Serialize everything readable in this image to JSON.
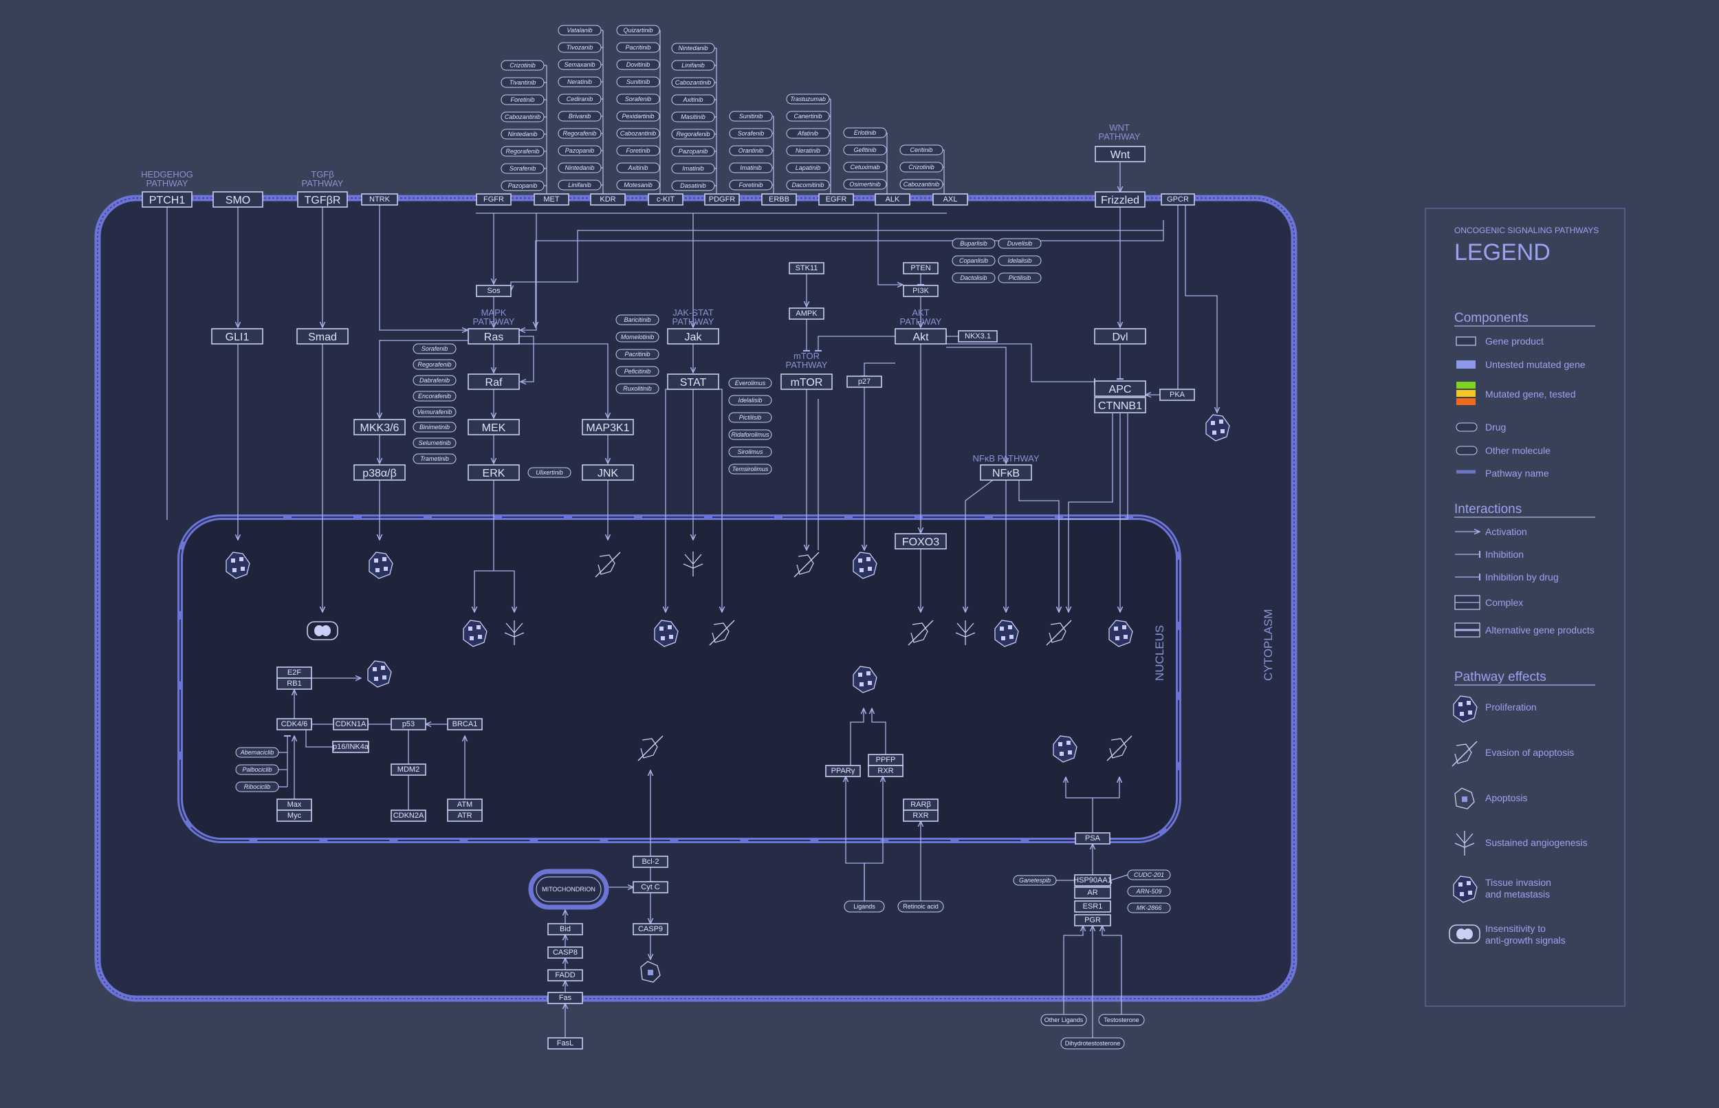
{
  "legend": {
    "subtitle": "ONCOGENIC SIGNALING PATHWAYS",
    "title": "LEGEND",
    "components_head": "Components",
    "components": [
      "Gene product",
      "Untested mutated gene",
      "Mutated gene, tested",
      "Drug",
      "Other molecule",
      "Pathway name"
    ],
    "interactions_head": "Interactions",
    "interactions": [
      "Activation",
      "Inhibition",
      "Inhibition by drug",
      "Complex",
      "Alternative gene products"
    ],
    "effects_head": "Pathway effects",
    "effects": [
      "Proliferation",
      "Evasion of apoptosis",
      "Apoptosis",
      "Sustained angiogenesis",
      "Tissue invasion",
      "and metastasis",
      "Insensitivity to",
      "anti-growth signals"
    ],
    "colors": {
      "tested_green": "#7ed321",
      "tested_yellow": "#f5c623",
      "tested_orange": "#f26b1d",
      "untested": "#8e98e8"
    }
  },
  "regions": {
    "cytoplasm": "CYTOPLASM",
    "nucleus": "NUCLEUS"
  },
  "pathways": {
    "hedgehog": [
      "HEDGEHOG",
      "PATHWAY"
    ],
    "tgfb": [
      "TGFβ",
      "PATHWAY"
    ],
    "wnt": [
      "WNT",
      "PATHWAY"
    ],
    "mapk": [
      "MAPK",
      "PATHWAY"
    ],
    "jakstat": [
      "JAK-STAT",
      "PATHWAY"
    ],
    "akt": [
      "AKT",
      "PATHWAY"
    ],
    "mtor": [
      "mTOR",
      "PATHWAY"
    ],
    "nfkb": "NFκB PATHWAY"
  },
  "genes": {
    "ptch1": "PTCH1",
    "smo": "SMO",
    "tgfbr": "TGFβR",
    "ntrk": "NTRK",
    "fgfr": "FGFR",
    "met": "MET",
    "kdr": "KDR",
    "ckit": "c-KIT",
    "pdgfr": "PDGFR",
    "erbb": "ERBB",
    "egfr": "EGFR",
    "alk": "ALK",
    "axl": "AXL",
    "frizzled": "Frizzled",
    "gpcr": "GPCR",
    "wnt": "Wnt",
    "gli1": "GLI1",
    "smad": "Smad",
    "sos": "Sos",
    "ras": "Ras",
    "raf": "Raf",
    "mek": "MEK",
    "erk": "ERK",
    "mkk36": "MKK3/6",
    "p38": "p38α/β",
    "map3k1": "MAP3K1",
    "jnk": "JNK",
    "jak": "Jak",
    "stat": "STAT",
    "stk11": "STK11",
    "ampk": "AMPK",
    "mtor": "mTOR",
    "pten": "PTEN",
    "pi3k": "PI3K",
    "akt": "Akt",
    "nkx31": "NKX3.1",
    "p27": "p27",
    "foxo3": "FOXO3",
    "nfkb": "NFκB",
    "dvl": "Dvl",
    "apc": "APC",
    "ctnnb1": "CTNNB1",
    "pka": "PKA",
    "e2f": "E2F",
    "rb1": "RB1",
    "cdk46": "CDK4/6",
    "cdkn1a": "CDKN1A",
    "p53": "p53",
    "brca1": "BRCA1",
    "p16": "p16/INK4a",
    "mdm2": "MDM2",
    "cdkn2a": "CDKN2A",
    "atm": "ATM",
    "atr": "ATR",
    "max": "Max",
    "myc": "Myc",
    "pparg": "PPARγ",
    "ppfp": "PPFP",
    "rxr": "RXR",
    "rarb": "RARβ",
    "rxr2": "RXR",
    "bcl2": "Bcl-2",
    "cytc": "Cyt C",
    "casp9": "CASP9",
    "mito": "MITOCHONDRION",
    "bid": "Bid",
    "casp8": "CASP8",
    "fadd": "FADD",
    "fas": "Fas",
    "fasl": "FasL",
    "psa": "PSA",
    "hsp90": "HSP90AA1",
    "ar": "AR",
    "esr1": "ESR1",
    "pgr": "PGR"
  },
  "molecules": {
    "ligands": "Ligands",
    "retinoic": "Retinoic acid",
    "other_ligands": "Other Ligands",
    "testosterone": "Testosterone",
    "dht": "Dihydrotestosterone"
  },
  "drugs": {
    "fgfr": [
      "Crizotinib",
      "Tivantinib",
      "Foretinib",
      "Cabozantinib",
      "Nintedanib",
      "Regorafenib",
      "Sorafenib",
      "Pazopanib"
    ],
    "kdr": [
      "Vatalanib",
      "Tivozanib",
      "Semaxanib",
      "Neratinib",
      "Cediranib",
      "Brivanib",
      "Regorafenib",
      "Pazopanib",
      "Nintedanib",
      "Linifanib"
    ],
    "ckit": [
      "Quizartinib",
      "Pacritinib",
      "Dovitinib",
      "Sunitinib",
      "Sorafenib",
      "Pexidartinib",
      "Cabozantinib",
      "Foretinib",
      "Axitinib",
      "Motesanib"
    ],
    "ckit2": [
      "Nintedanib",
      "Linifanib",
      "Cabozantinib",
      "Axitinib",
      "Masitinib",
      "Regorafenib",
      "Pazopanib",
      "Imatinib",
      "Dasatinib"
    ],
    "pdgfr": [
      "Sunitinib",
      "Sorafenib",
      "Orantinib",
      "Imatinib",
      "Foretinib"
    ],
    "erbb": [
      "Trastuzumab",
      "Canertinib",
      "Afatinib",
      "Neratinib",
      "Lapatinib",
      "Dacomitinib"
    ],
    "egfr": [
      "Erlotinib",
      "Gefitinib",
      "Cetuximab",
      "Osimertinib"
    ],
    "alk": [
      "Ceritinib",
      "Crizotinib",
      "Cabozantinib"
    ],
    "pi3k_left": [
      "Buparlisib",
      "Copanlisib",
      "Dactolisib"
    ],
    "pi3k_right": [
      "Duvelisib",
      "Idelalisib",
      "Pictilisib"
    ],
    "jak": [
      "Baricitinib",
      "Momelotinib",
      "Pacritinib",
      "Peficitinib",
      "Ruxolitinib"
    ],
    "mtor": [
      "Everolimus",
      "Idelalisib",
      "Pictilisib",
      "Ridaforolimus",
      "Sirolimus",
      "Temsirolimus"
    ],
    "raf": [
      "Sorafenib",
      "Regorafenib",
      "Dabrafenib",
      "Encorafenib",
      "Vemurafenib"
    ],
    "mek": [
      "Binimetinib",
      "Selumetinib",
      "Trametinib"
    ],
    "erk": "Ulixertinib",
    "cdk": [
      "Abemaciclib",
      "Palbociclib",
      "Ribociclib"
    ],
    "hsp90_left": "Ganetespib",
    "hsp90_right": [
      "CUDC-201",
      "ARN-509",
      "MK-2866"
    ]
  }
}
